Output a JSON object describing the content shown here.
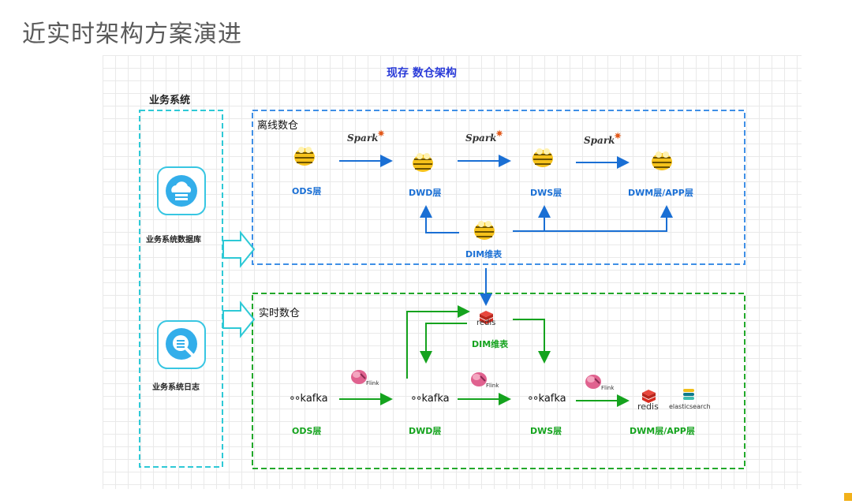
{
  "page_title": "近实时架构方案演进",
  "diagram_title": "现存 数仓架构",
  "business_system": {
    "title": "业务系统",
    "database_label": "业务系统数据库",
    "log_label": "业务系统日志"
  },
  "offline_warehouse": {
    "title": "离线数仓",
    "tool": "Spark",
    "store": "HIVE",
    "layers": [
      "ODS层",
      "DWD层",
      "DWS层",
      "DWM层/APP层"
    ],
    "dim_label": "DIM维表"
  },
  "realtime_warehouse": {
    "title": "实时数仓",
    "queue": "kafka",
    "engine": "Flink",
    "dim_store": "redis",
    "dim_label": "DIM维表",
    "layers": [
      "ODS层",
      "DWD层",
      "DWS层",
      "DWM层/APP层"
    ],
    "sinks": [
      "redis",
      "elasticsearch"
    ]
  },
  "colors": {
    "offline": "#1a6fd4",
    "realtime": "#15a31e",
    "business": "#2ec9d6",
    "hive": "#f6c21b",
    "redis": "#d82c20",
    "flink": "#e0628f"
  }
}
